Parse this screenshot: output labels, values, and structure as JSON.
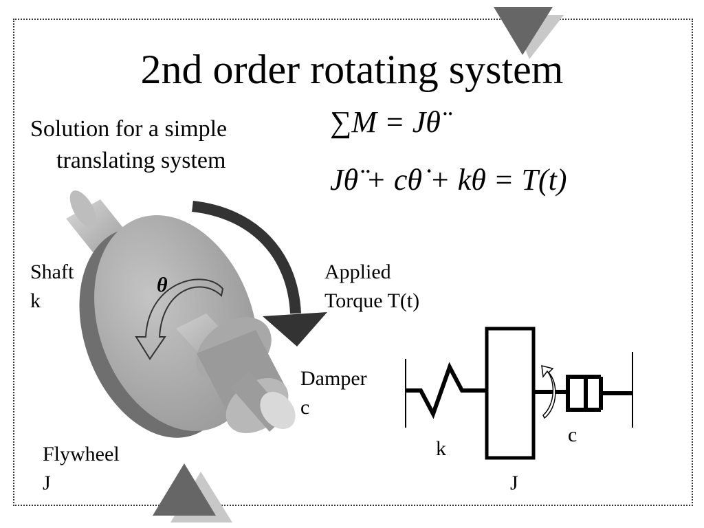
{
  "title": "2nd order rotating system",
  "subtitle": {
    "line1": "Solution for a simple",
    "line2": "translating system"
  },
  "equations": {
    "moment_sum": "∑M = Jθ̈",
    "equation_of_motion": "Jθ̈ + cθ̇ + kθ = T(t)"
  },
  "labels": {
    "shaft": [
      "Shaft",
      "k"
    ],
    "flywheel": [
      "Flywheel",
      "J"
    ],
    "applied_torque": [
      "Applied",
      "Torque T(t)"
    ],
    "damper": [
      "Damper",
      "c"
    ],
    "theta": "θ"
  },
  "schematic": {
    "spring_label": "k",
    "mass_label": "J",
    "damper_label": "c"
  },
  "colors": {
    "dark_triangle": "#666666",
    "light_triangle": "#c8c8c8",
    "arrow": "#333333"
  }
}
